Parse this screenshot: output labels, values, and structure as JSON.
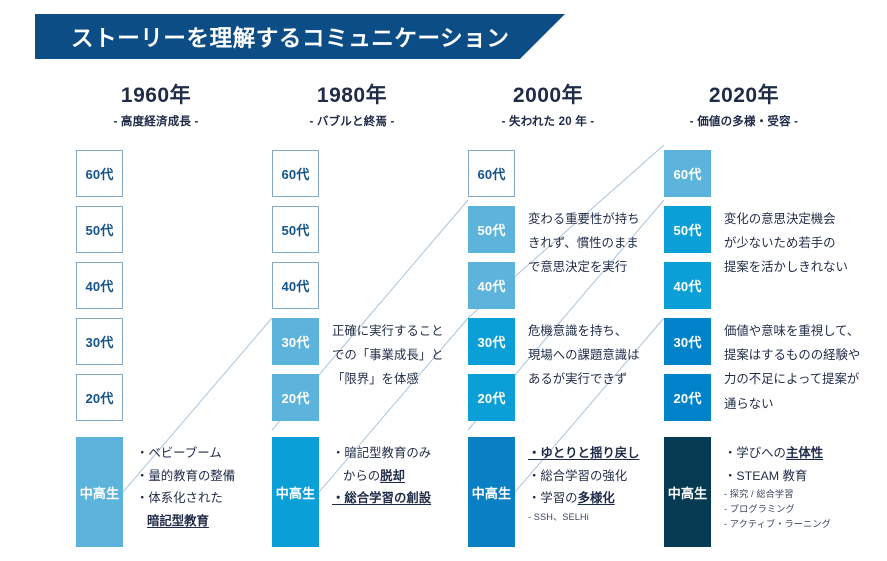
{
  "banner": {
    "title": "ストーリーを理解するコミュニケーション"
  },
  "colors": {
    "banner_navy": "#0c4d85",
    "outline_border": "#7fa8c9",
    "outline_text": "#12538c",
    "light_blue": "#5cb3db",
    "cyan_blue": "#0b9fd8",
    "mid_blue": "#0082ca",
    "deep_navy": "#063a52",
    "diagonal_line": "#aac4da",
    "text_dark": "#1f2b47"
  },
  "columns": [
    {
      "year": "1960年",
      "subtitle": "- 高度経済成長 -",
      "ages": [
        {
          "label": "60代",
          "style": "outline"
        },
        {
          "label": "50代",
          "style": "outline"
        },
        {
          "label": "40代",
          "style": "outline"
        },
        {
          "label": "30代",
          "style": "outline"
        },
        {
          "label": "20代",
          "style": "outline"
        }
      ],
      "student": {
        "label": "中高生",
        "fill": "#5cb3db"
      },
      "upper_desc": [],
      "lower_desc": [],
      "student_bullets": [
        {
          "text": "・ベビーブーム",
          "bold": false,
          "underline": false,
          "indent": false
        },
        {
          "text": "・量的教育の整備",
          "bold": false,
          "underline": false,
          "indent": false
        },
        {
          "text": "・体系化された",
          "bold": false,
          "underline": false,
          "indent": false
        },
        {
          "text": "暗記型教育",
          "bold": true,
          "underline": true,
          "indent": true
        }
      ],
      "sub_items": []
    },
    {
      "year": "1980年",
      "subtitle": "- バブルと終焉 -",
      "ages": [
        {
          "label": "60代",
          "style": "outline"
        },
        {
          "label": "50代",
          "style": "outline"
        },
        {
          "label": "40代",
          "style": "outline"
        },
        {
          "label": "30代",
          "style": "fill",
          "fill": "#5cb3db"
        },
        {
          "label": "20代",
          "style": "fill",
          "fill": "#5cb3db"
        }
      ],
      "student": {
        "label": "中高生",
        "fill": "#0b9fd8"
      },
      "upper_desc": [],
      "lower_desc": [
        "正確に実行すること",
        "での「事業成長」と",
        "「限界」を体感"
      ],
      "student_bullets": [
        {
          "text": "・暗記型教育のみ",
          "bold": false,
          "underline": false,
          "indent": false
        },
        {
          "text": "からの脱却",
          "bold": false,
          "underline": false,
          "indent": true,
          "partial_bold": "脱却"
        },
        {
          "text": "・総合学習の創設",
          "bold": true,
          "underline": true,
          "indent": false
        }
      ],
      "sub_items": []
    },
    {
      "year": "2000年",
      "subtitle": "- 失われた 20 年 -",
      "ages": [
        {
          "label": "60代",
          "style": "outline"
        },
        {
          "label": "50代",
          "style": "fill",
          "fill": "#5cb3db"
        },
        {
          "label": "40代",
          "style": "fill",
          "fill": "#5cb3db"
        },
        {
          "label": "30代",
          "style": "fill",
          "fill": "#0b9fd8"
        },
        {
          "label": "20代",
          "style": "fill",
          "fill": "#0b9fd8"
        }
      ],
      "student": {
        "label": "中高生",
        "fill": "#0b7fc4"
      },
      "upper_desc": [
        "変わる重要性が持ち",
        "きれず、慣性のまま",
        "で意思決定を実行"
      ],
      "lower_desc": [
        "危機意識を持ち、",
        "現場への課題意識は",
        "あるが実行できず"
      ],
      "student_bullets": [
        {
          "text": "・ゆとりと揺り戻し",
          "bold": true,
          "underline": true,
          "indent": false
        },
        {
          "text": "・総合学習の強化",
          "bold": false,
          "underline": false,
          "indent": false
        },
        {
          "text": "・学習の多様化",
          "bold": false,
          "underline": false,
          "indent": false,
          "partial_bold": "多様化"
        }
      ],
      "sub_items": [
        "- SSH、SELHi"
      ]
    },
    {
      "year": "2020年",
      "subtitle": "- 価値の多様・受容 -",
      "ages": [
        {
          "label": "60代",
          "style": "fill",
          "fill": "#5cb3db"
        },
        {
          "label": "50代",
          "style": "fill",
          "fill": "#0b9fd8"
        },
        {
          "label": "40代",
          "style": "fill",
          "fill": "#0b9fd8"
        },
        {
          "label": "30代",
          "style": "fill",
          "fill": "#0082ca"
        },
        {
          "label": "20代",
          "style": "fill",
          "fill": "#0082ca"
        }
      ],
      "student": {
        "label": "中高生",
        "fill": "#063a52"
      },
      "upper_desc": [
        "変化の意思決定機会",
        "が少ないため若手の",
        "提案を活かしきれない"
      ],
      "lower_desc": [
        "価値や意味を重視して、",
        "提案はするものの経験や",
        "力の不足によって提案が",
        "通らない"
      ],
      "student_bullets": [
        {
          "text": "・学びへの主体性",
          "bold": false,
          "underline": false,
          "indent": false,
          "partial_bold": "主体性"
        },
        {
          "text": "・STEAM 教育",
          "bold": false,
          "underline": false,
          "indent": false
        }
      ],
      "sub_items": [
        "-  探究 / 総合学習",
        "- プログラミング",
        "-  アクティブ・ラーニング"
      ]
    }
  ]
}
